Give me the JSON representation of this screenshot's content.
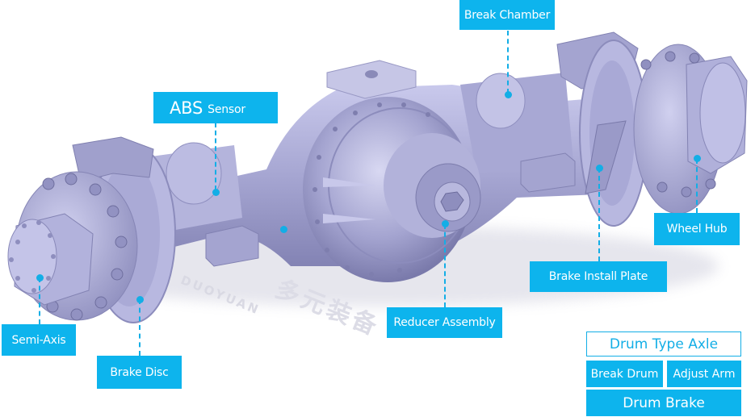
{
  "diagram": {
    "subject": "Drive axle assembly (3D CAD rendering)",
    "accent_color": "#0db4ed",
    "part_color": "#a9a9d4",
    "watermark": {
      "english": "DUOYUAN",
      "chinese": "多元装备"
    },
    "labels": {
      "break_chamber": "Break Chamber",
      "abs_sensor_big": "ABS",
      "abs_sensor_small": "Sensor",
      "wheel_hub": "Wheel Hub",
      "brake_install_plate": "Brake Install Plate",
      "reducer_assembly": "Reducer Assembly",
      "semi_axis": "Semi-Axis",
      "brake_disc": "Brake Disc"
    },
    "legend": {
      "title": "Drum Type Axle",
      "items": [
        "Break Drum",
        "Adjust Arm"
      ],
      "footer": "Drum Brake"
    }
  }
}
